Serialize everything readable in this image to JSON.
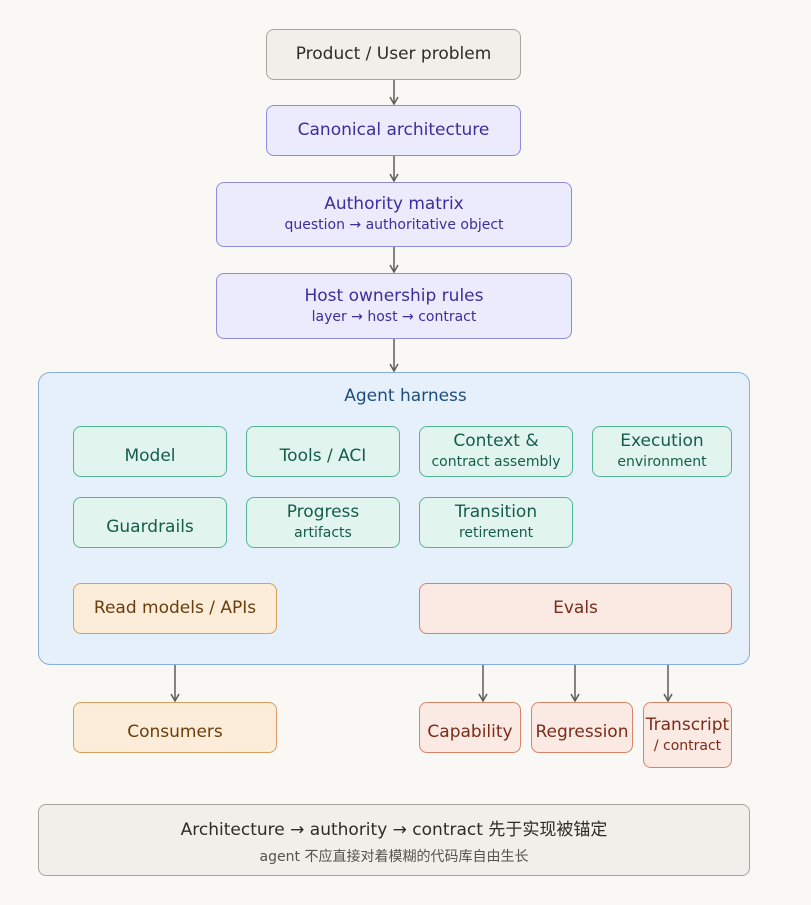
{
  "nodes": {
    "problem": {
      "title": "Product / User problem"
    },
    "architecture": {
      "title": "Canonical architecture"
    },
    "authority": {
      "title": "Authority matrix",
      "subtitle": "question → authoritative object"
    },
    "host": {
      "title": "Host ownership rules",
      "subtitle": "layer → host → contract"
    },
    "harness": {
      "title": "Agent harness"
    },
    "model": {
      "title": "Model"
    },
    "tools": {
      "title": "Tools / ACI"
    },
    "context": {
      "title": "Context &",
      "subtitle": "contract assembly"
    },
    "execution": {
      "title": "Execution",
      "subtitle": "environment"
    },
    "guardrails": {
      "title": "Guardrails"
    },
    "progress": {
      "title": "Progress",
      "subtitle": "artifacts"
    },
    "transition": {
      "title": "Transition",
      "subtitle": "retirement"
    },
    "read_models": {
      "title": "Read models / APIs"
    },
    "evals": {
      "title": "Evals"
    },
    "consumers": {
      "title": "Consumers"
    },
    "capability": {
      "title": "Capability"
    },
    "regression": {
      "title": "Regression"
    },
    "transcript": {
      "title": "Transcript",
      "subtitle": "/ contract"
    }
  },
  "footer": {
    "line1": "Architecture → authority → contract 先于实现被锚定",
    "line2": "agent 不应直接对着模糊的代码库自由生长"
  },
  "colors": {
    "gray": "#f0efe9",
    "purple": "#ecebfd",
    "teal": "#e2f4ee",
    "orange": "#fbedd9",
    "red": "#fbe9e4",
    "harness": "#e5f0fb",
    "arrow": "#5f5c56"
  }
}
